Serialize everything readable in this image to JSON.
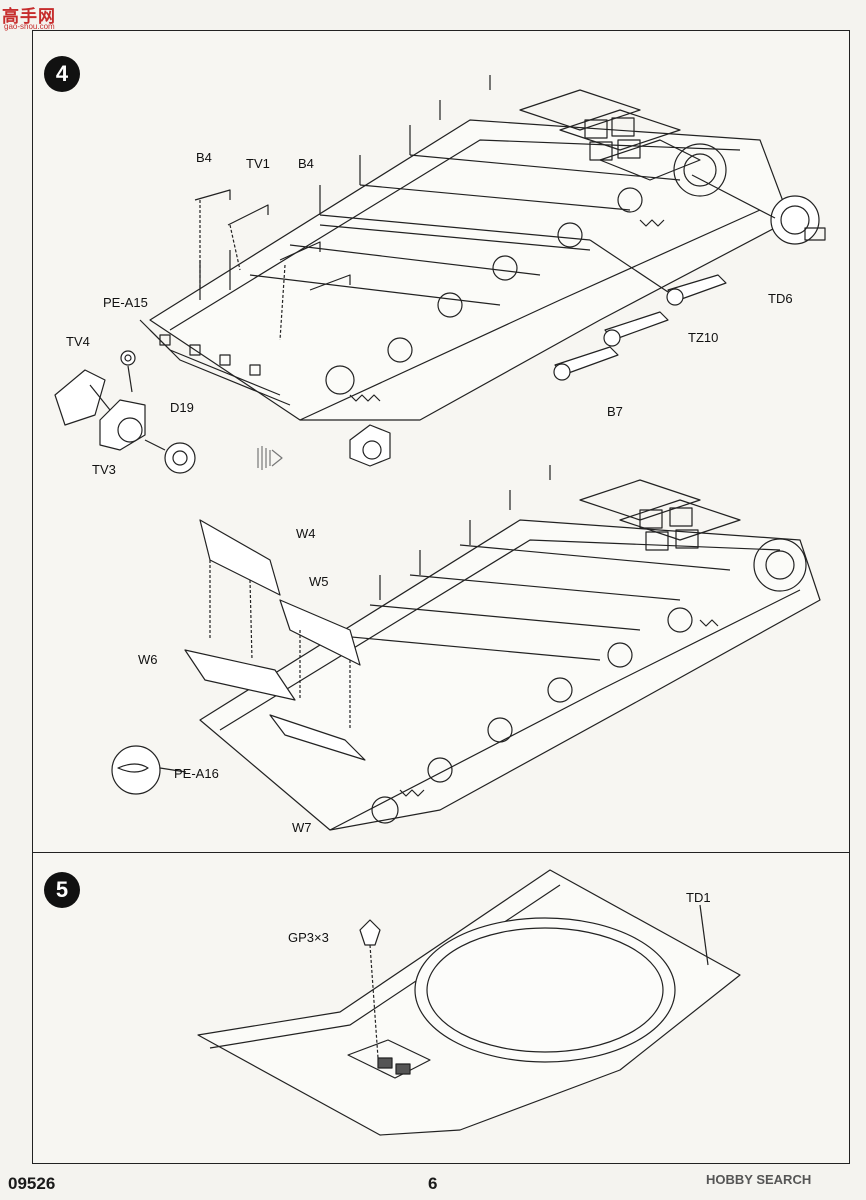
{
  "watermark": {
    "site_cn": "高手网",
    "site_url": "gao-shou.com",
    "bottom": "HOBBY SEARCH"
  },
  "steps": [
    {
      "number": "4"
    },
    {
      "number": "5"
    }
  ],
  "step4_labels": {
    "b4_left": "B4",
    "tv1": "TV1",
    "b4_right": "B4",
    "pe_a15": "PE-A15",
    "tv4": "TV4",
    "d19": "D19",
    "tv3": "TV3",
    "td6": "TD6",
    "tz10": "TZ10",
    "b7": "B7",
    "w4": "W4",
    "w5": "W5",
    "w6": "W6",
    "pe_a16": "PE-A16",
    "w7": "W7"
  },
  "step5_labels": {
    "td1": "TD1",
    "gp3": "GP3×3"
  },
  "footer": {
    "kit_code": "09526",
    "page_number": "6"
  }
}
